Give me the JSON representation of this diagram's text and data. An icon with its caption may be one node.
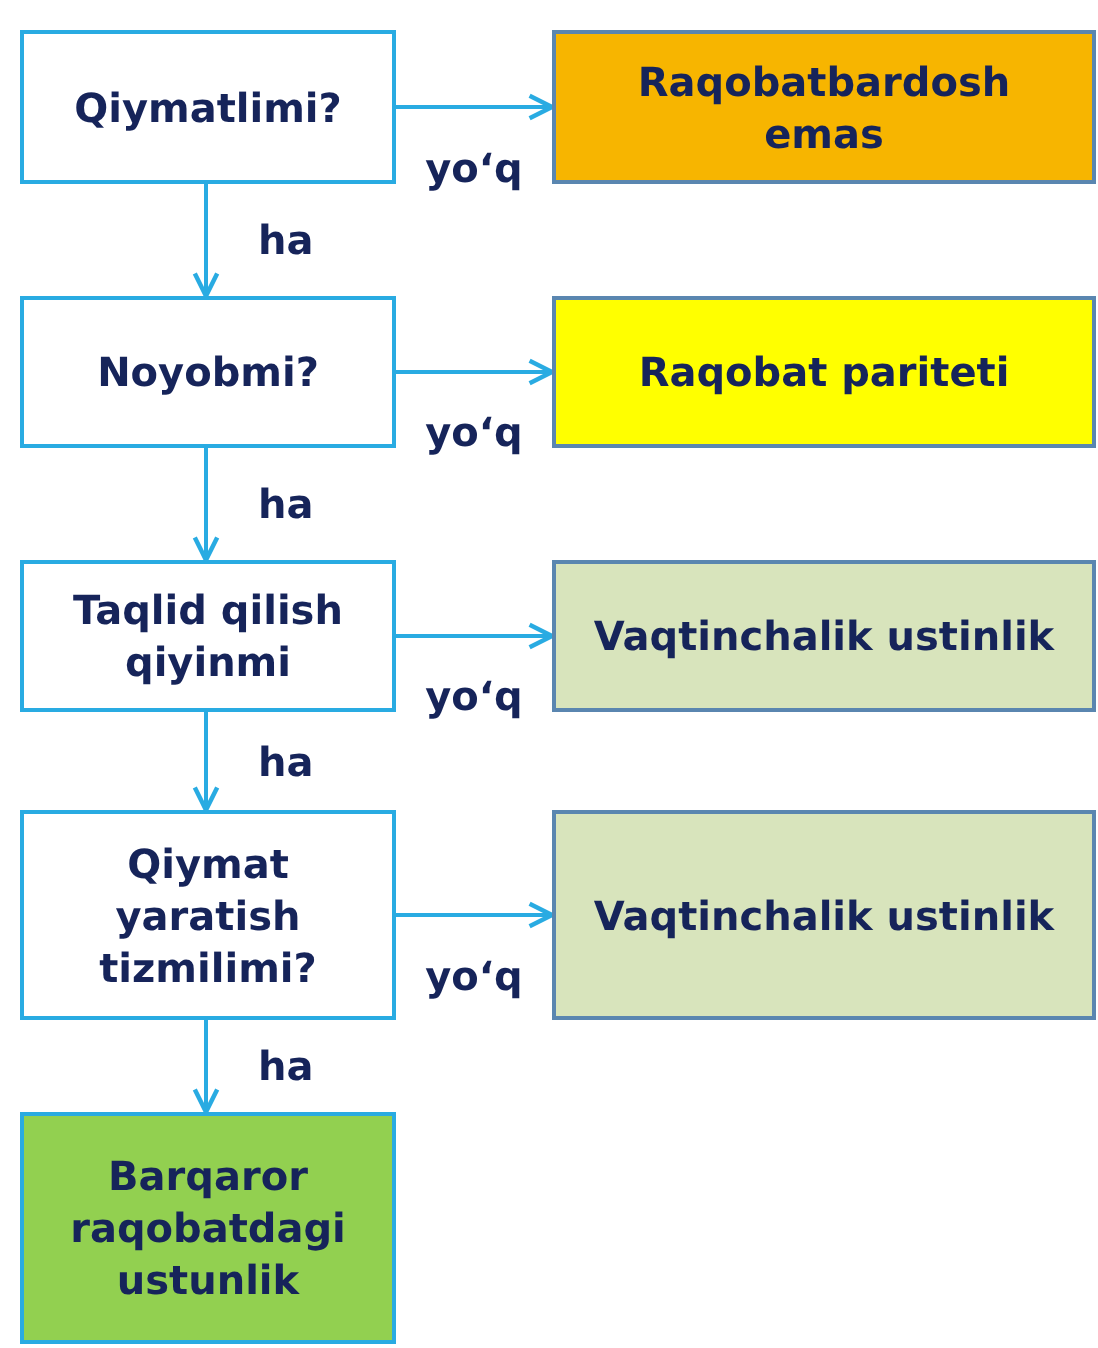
{
  "diagram": {
    "nodes": [
      {
        "text": [
          "Qiymatlimi?"
        ]
      },
      {
        "text": [
          "Raqobatbardosh emas"
        ]
      },
      {
        "text": [
          "Noyobmi?"
        ]
      },
      {
        "text": [
          "Raqobat pariteti"
        ]
      },
      {
        "text": [
          "Taqlid qilish qiyinmi"
        ]
      },
      {
        "text": [
          "Vaqtinchalik ustinlik"
        ]
      },
      {
        "text": [
          "Qiymat yaratish tizmilimi?"
        ]
      },
      {
        "text": [
          "Vaqtinchalik ustinlik"
        ]
      },
      {
        "text": [
          "Barqaror raqobatdagi ustunlik"
        ]
      }
    ],
    "edges": [
      {
        "from": 0,
        "to": 1,
        "arrow": "to",
        "label": "yo‘q"
      },
      {
        "from": 0,
        "to": 2,
        "arrow": "to",
        "label": "ha"
      },
      {
        "from": 2,
        "to": 3,
        "arrow": "to",
        "label": "yo‘q"
      },
      {
        "from": 2,
        "to": 4,
        "arrow": "to",
        "label": "ha"
      },
      {
        "from": 4,
        "to": 5,
        "arrow": "to",
        "label": "yo‘q"
      },
      {
        "from": 4,
        "to": 6,
        "arrow": "to",
        "label": "ha"
      },
      {
        "from": 6,
        "to": 7,
        "arrow": "to",
        "label": "yo‘q"
      },
      {
        "from": 6,
        "to": 8,
        "arrow": "to",
        "label": "ha"
      }
    ]
  }
}
